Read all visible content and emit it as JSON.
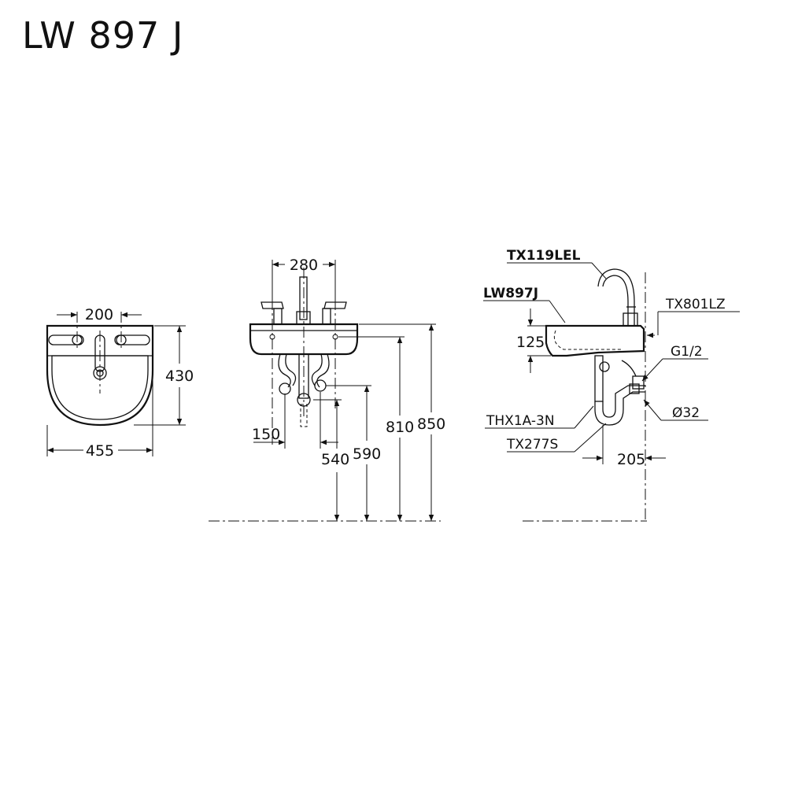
{
  "title": "LW 897 J",
  "front_view": {
    "dim_top": "200",
    "dim_height": "430",
    "dim_width": "455"
  },
  "mid_view": {
    "dim_top": "280",
    "dim_150": "150",
    "dim_540": "540",
    "dim_590": "590",
    "dim_810": "810",
    "dim_850": "850"
  },
  "side_view": {
    "faucet_label": "TX119LEL",
    "basin_label": "LW897J",
    "stopper_label": "TX801LZ",
    "dim_125": "125",
    "thread_label": "G1/2",
    "diameter_label": "Ø32",
    "angle_valve_label": "THX1A-3N",
    "trap_label": "TX277S",
    "dim_205": "205"
  }
}
